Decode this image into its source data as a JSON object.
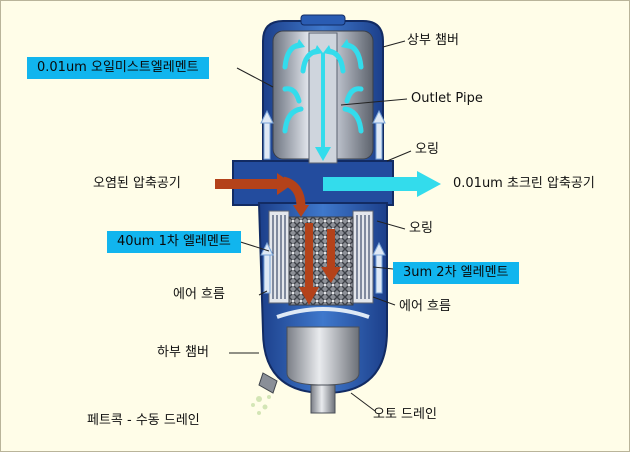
{
  "colors": {
    "housing": "#1f4fa3",
    "housing_light": "#4a86d6",
    "clean_air": "#33dcec",
    "dirty_air": "#b4421a",
    "tag_bg": "#11b5ee",
    "background": "#fffde8"
  },
  "labels": {
    "upper_chamber": "상부 챔버",
    "outlet_pipe": "Outlet Pipe",
    "oring_top": "오링",
    "clean_air_out": "0.01um 초크린 압축공기",
    "oring_bottom": "오링",
    "airflow_right": "에어 흐름",
    "auto_drain": "오토 드레인",
    "contaminated_air_in": "오염된 압축공기",
    "airflow_left": "에어 흐름",
    "lower_chamber": "하부 챔버",
    "manual_drain": "페트콕 - 수동 드레인"
  },
  "tags": {
    "mist_element": "0.01um 오일미스트엘레멘트",
    "primary_element": "40um 1차 엘레멘트",
    "secondary_element": "3um 2차 엘레멘트"
  }
}
